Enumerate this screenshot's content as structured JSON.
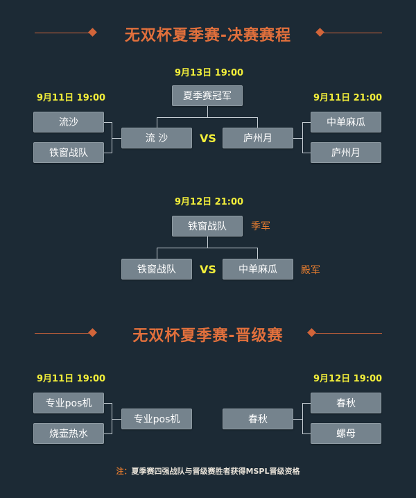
{
  "finals": {
    "title": "无双杯夏季赛-决赛赛程",
    "final_date": "9月13日 19:00",
    "champion_label": "夏季赛冠军",
    "left_date": "9月11日 19:00",
    "right_date": "9月11日 21:00",
    "left_teams": [
      "流沙",
      "铁窗战队"
    ],
    "right_teams": [
      "中单麻瓜",
      "庐州月"
    ],
    "left_finalist": "流 沙",
    "right_finalist": "庐州月",
    "vs": "VS",
    "third_date": "9月12日 21:00",
    "third_winner": "铁窗战队",
    "third_label": "季军",
    "third_left": "铁窗战队",
    "third_right": "中单麻瓜",
    "fourth_label": "殿军"
  },
  "promotion": {
    "title": "无双杯夏季赛-晋级赛",
    "left_date": "9月11日 19:00",
    "right_date": "9月12日 19:00",
    "left_teams": [
      "专业pos机",
      "烧壶热水"
    ],
    "left_winner": "专业pos机",
    "right_teams": [
      "春秋",
      "螺母"
    ],
    "right_winner": "春秋"
  },
  "note": {
    "label": "注：",
    "text": "夏季赛四强战队与晋级赛胜者获得MSPL晋级资格"
  },
  "colors": {
    "background": "#1c2a35",
    "accent": "#e2703c",
    "date": "#f2ee3a",
    "box": "#75838d"
  }
}
